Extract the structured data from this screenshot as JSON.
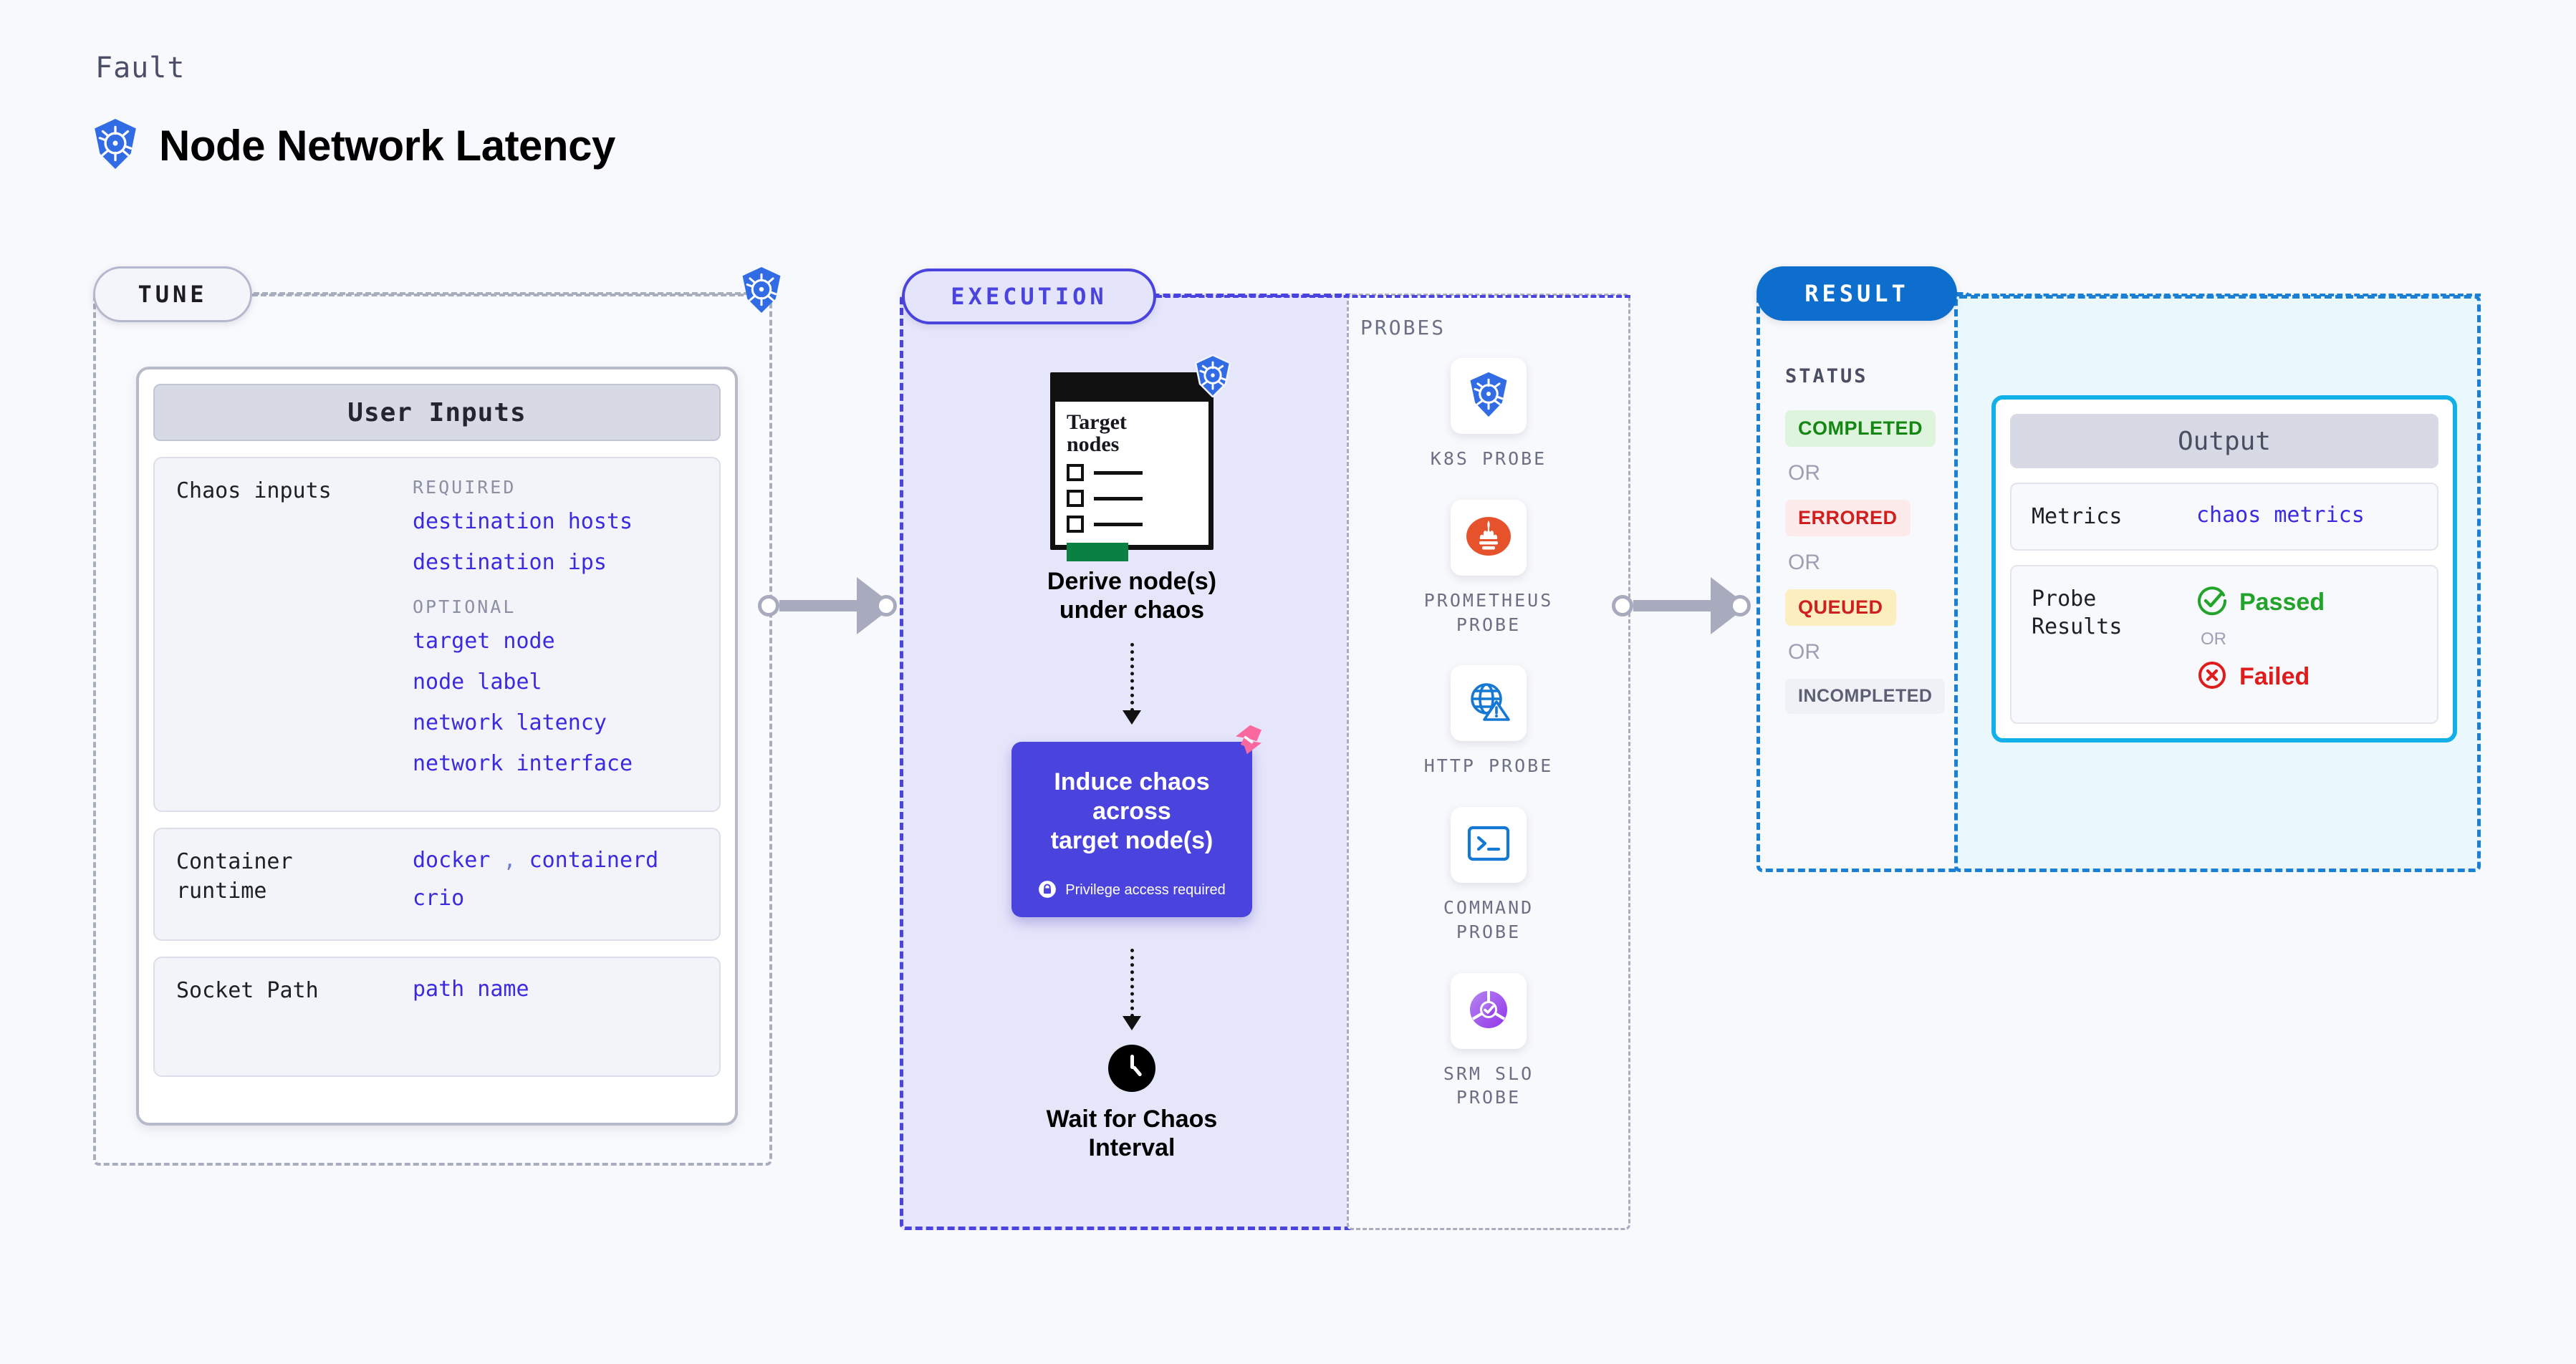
{
  "header": {
    "kicker": "Fault",
    "title": "Node Network Latency",
    "icon": "kubernetes-icon"
  },
  "stages": {
    "tune": {
      "label": "TUNE"
    },
    "execution": {
      "label": "EXECUTION"
    },
    "result": {
      "label": "RESULT"
    }
  },
  "tune": {
    "card_title": "User Inputs",
    "rows": [
      {
        "key": "Chaos inputs",
        "groups": [
          {
            "label": "REQUIRED",
            "items": [
              "destination hosts",
              "destination ips"
            ]
          },
          {
            "label": "OPTIONAL",
            "items": [
              "target node",
              "node label",
              "network latency",
              "network interface"
            ]
          }
        ]
      },
      {
        "key": "Container runtime",
        "inline": [
          "docker",
          "containerd"
        ],
        "separator": ",",
        "second_line": "crio"
      },
      {
        "key": "Socket Path",
        "value": "path name"
      }
    ]
  },
  "execution": {
    "node_window": {
      "title_line1": "Target",
      "title_line2": "nodes",
      "badge": "kubernetes-icon"
    },
    "step1_caption_line1": "Derive node(s)",
    "step1_caption_line2": "under chaos",
    "chaos_box": {
      "line1": "Induce chaos across",
      "line2": "target node(s)",
      "privilege_note": "Privilege access required",
      "lock_icon": "lock-icon",
      "corner_mark": "harness-logo-icon"
    },
    "step3_caption_line1": "Wait for Chaos",
    "step3_caption_line2": "Interval",
    "clock_icon": "clock-icon"
  },
  "probes": {
    "section_label": "PROBES",
    "items": [
      {
        "name_line1": "K8S PROBE",
        "name_line2": "",
        "icon": "kubernetes-icon"
      },
      {
        "name_line1": "PROMETHEUS",
        "name_line2": "PROBE",
        "icon": "prometheus-icon"
      },
      {
        "name_line1": "HTTP PROBE",
        "name_line2": "",
        "icon": "http-globe-warning-icon"
      },
      {
        "name_line1": "COMMAND",
        "name_line2": "PROBE",
        "icon": "terminal-icon"
      },
      {
        "name_line1": "SRM SLO",
        "name_line2": "PROBE",
        "icon": "srm-slo-icon"
      }
    ]
  },
  "result": {
    "status_label": "STATUS",
    "or_label": "OR",
    "statuses": [
      {
        "text": "COMPLETED",
        "bg": "#dff4dd",
        "fg": "#138613"
      },
      {
        "text": "ERRORED",
        "bg": "#fdeaea",
        "fg": "#cf2020"
      },
      {
        "text": "QUEUED",
        "bg": "#fdeec0",
        "fg": "#cf2020"
      },
      {
        "text": "INCOMPLETED",
        "bg": "#f0f1f6",
        "fg": "#5a5f73"
      }
    ]
  },
  "output": {
    "card_title": "Output",
    "metrics_key": "Metrics",
    "metrics_value": "chaos metrics",
    "probe_results_key_line1": "Probe",
    "probe_results_key_line2": "Results",
    "passed_text": "Passed",
    "failed_text": "Failed",
    "or_label": "OR",
    "passed_icon": "check-circle-icon",
    "failed_icon": "x-circle-icon"
  },
  "colors": {
    "accent_purple": "#4b43dd",
    "accent_blue": "#1b7fd4",
    "link_blue": "#3b2ae0",
    "pass_green": "#138613",
    "fail_red": "#cf2020",
    "k8s_blue": "#326ce5",
    "harness_pink": "#f9699f",
    "prometheus_orange": "#e6522c"
  }
}
